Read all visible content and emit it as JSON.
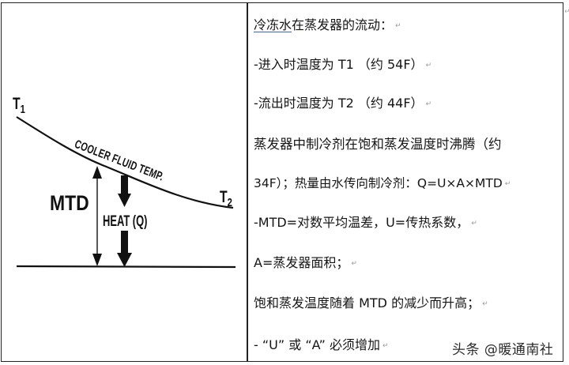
{
  "diagram": {
    "labels": {
      "t1": "T",
      "t1_sub": "1",
      "t2": "T",
      "t2_sub": "2",
      "curve": "COOLER FLUID TEMP.",
      "mtd": "MTD",
      "heat": "HEAT (Q)"
    }
  },
  "text": {
    "lines": [
      {
        "underlined": "冷冻水",
        "rest": "在蒸发器的流动："
      },
      {
        "text": "-进入时温度为 T1 （约 54F）"
      },
      {
        "text": "-流出时温度为 T2 （约 44F）"
      },
      {
        "text": "蒸发器中制冷剂在饱和蒸发温度时沸腾（约"
      },
      {
        "text": "34F）；热量由水传向制冷剂：Q=U×A×MTD"
      },
      {
        "text": "-MTD=对数平均温差，U=传热系数，"
      },
      {
        "text": "A=蒸发器面积；"
      },
      {
        "text": "饱和蒸发温度随着 MTD 的减少而升高；"
      },
      {
        "text": "- “U” 或 “A” 必须增加"
      }
    ],
    "return_mark": "↵"
  },
  "watermark": "头条 @暖通南社",
  "colors": {
    "border": "#222222",
    "text": "#151515",
    "underline": "#3a62c8",
    "return_mark": "#9a9a9a"
  }
}
